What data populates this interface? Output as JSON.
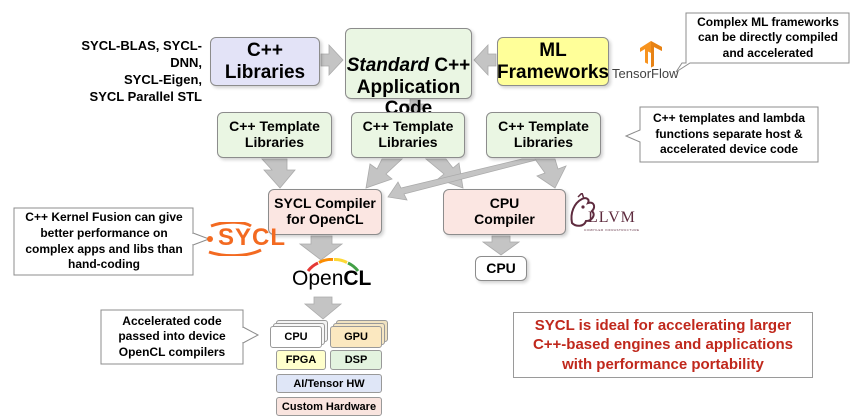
{
  "left_list": [
    "SYCL-BLAS, SYCL-DNN,",
    "SYCL-Eigen,",
    "SYCL Parallel STL"
  ],
  "boxes": {
    "cpp_libraries": "C++\nLibraries",
    "app_code_em": "Standard",
    "app_code_rest": " C++\nApplication\nCode",
    "ml_frameworks": "ML\nFrameworks",
    "template_1": "C++ Template\nLibraries",
    "template_2": "C++ Template\nLibraries",
    "template_3": "C++ Template\nLibraries",
    "sycl_compiler": "SYCL Compiler\nfor OpenCL",
    "cpu_compiler": "CPU\nCompiler",
    "cpu": "CPU"
  },
  "callouts": {
    "ml": "Complex ML frameworks can be directly compiled and accelerated",
    "templates": "C++ templates and lambda functions separate host & accelerated device code",
    "fusion": "C++ Kernel Fusion can give better performance on complex apps and libs than hand-coding",
    "accelerated": "Accelerated code passed into device OpenCL compilers"
  },
  "logos": {
    "tensorflow": "TensorFlow",
    "sycl": "SYCL",
    "opencl_open": "Open",
    "opencl_cl": "CL",
    "llvm": "LLVM",
    "llvm_sub": "COMPILER INFRASTRUCTURE"
  },
  "hardware": {
    "cpu": "CPU",
    "gpu": "GPU",
    "fpga": "FPGA",
    "dsp": "DSP",
    "ai": "AI/Tensor HW",
    "custom": "Custom Hardware"
  },
  "statement": "SYCL is ideal for accelerating larger C++-based engines and applications with performance portability",
  "colors": {
    "libraries_fill": "#e3e3f7",
    "app_fill": "#eaf6e3",
    "ml_fill": "#ffff99",
    "template_fill": "#eaf6e3",
    "compiler_fill": "#fbe6e2",
    "statement_text": "#c0281c",
    "tensorflow_orange": "#f7931e",
    "sycl_orange": "#f36a21"
  }
}
